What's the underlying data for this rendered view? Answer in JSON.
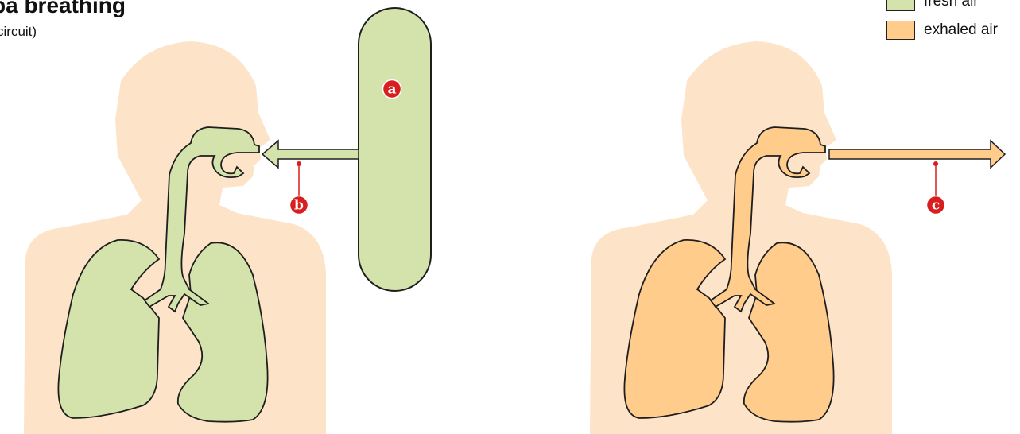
{
  "title": "ba breathing",
  "subtitle": "circuit)",
  "legend": {
    "items": [
      {
        "label": "fresh air",
        "color": "#d4e3ac"
      },
      {
        "label": "exhaled air",
        "color": "#ffcc8c"
      }
    ]
  },
  "colors": {
    "skin": "#fde3c8",
    "fresh_air": "#d4e3ac",
    "exhaled_air": "#ffcc8c",
    "outline": "#1e1e1e",
    "marker": "#d81e1e",
    "marker_text": "#ffffff"
  },
  "markers": {
    "a": "a",
    "b": "b",
    "c": "c"
  }
}
